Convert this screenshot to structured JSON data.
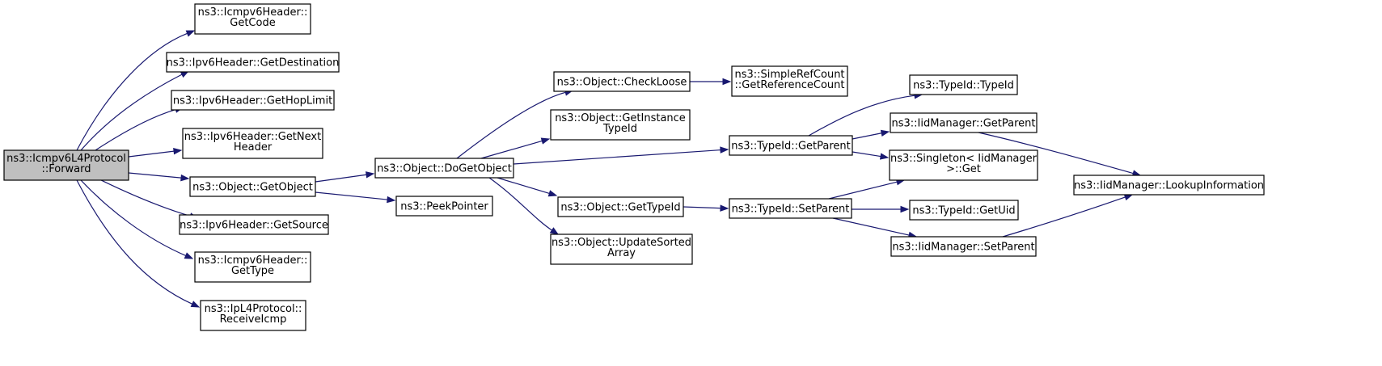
{
  "colors": {
    "node_fill": "#ffffff",
    "root_fill": "#bfbfbf",
    "node_stroke": "#000000",
    "edge": "#191970"
  },
  "nodes": [
    {
      "id": "forward",
      "lines": [
        "ns3::Icmpv6L4Protocol",
        "::Forward"
      ],
      "root": true
    },
    {
      "id": "getcode",
      "lines": [
        "ns3::Icmpv6Header::",
        "GetCode"
      ]
    },
    {
      "id": "getdest",
      "lines": [
        "ns3::Ipv6Header::GetDestination"
      ]
    },
    {
      "id": "gethop",
      "lines": [
        "ns3::Ipv6Header::GetHopLimit"
      ]
    },
    {
      "id": "getnext",
      "lines": [
        "ns3::Ipv6Header::GetNext",
        "Header"
      ]
    },
    {
      "id": "getobject",
      "lines": [
        "ns3::Object::GetObject"
      ]
    },
    {
      "id": "getsource",
      "lines": [
        "ns3::Ipv6Header::GetSource"
      ]
    },
    {
      "id": "gettype",
      "lines": [
        "ns3::Icmpv6Header::",
        "GetType"
      ]
    },
    {
      "id": "receiveicmp",
      "lines": [
        "ns3::IpL4Protocol::",
        "ReceiveIcmp"
      ]
    },
    {
      "id": "dogetobject",
      "lines": [
        "ns3::Object::DoGetObject"
      ]
    },
    {
      "id": "peekpointer",
      "lines": [
        "ns3::PeekPointer"
      ]
    },
    {
      "id": "checkloose",
      "lines": [
        "ns3::Object::CheckLoose"
      ]
    },
    {
      "id": "getinstancetypeid",
      "lines": [
        "ns3::Object::GetInstance",
        "TypeId"
      ]
    },
    {
      "id": "obj_gettypeid",
      "lines": [
        "ns3::Object::GetTypeId"
      ]
    },
    {
      "id": "updatesorted",
      "lines": [
        "ns3::Object::UpdateSorted",
        "Array"
      ]
    },
    {
      "id": "getrefcount",
      "lines": [
        "ns3::SimpleRefCount",
        "::GetReferenceCount"
      ]
    },
    {
      "id": "tid_getparent",
      "lines": [
        "ns3::TypeId::GetParent"
      ]
    },
    {
      "id": "tid_setparent",
      "lines": [
        "ns3::TypeId::SetParent"
      ]
    },
    {
      "id": "tid_ctor",
      "lines": [
        "ns3::TypeId::TypeId"
      ]
    },
    {
      "id": "iid_getparent",
      "lines": [
        "ns3::IidManager::GetParent"
      ]
    },
    {
      "id": "singleton_get",
      "lines": [
        "ns3::Singleton< IidManager",
        ">::Get"
      ]
    },
    {
      "id": "getuid",
      "lines": [
        "ns3::TypeId::GetUid"
      ]
    },
    {
      "id": "iid_setparent",
      "lines": [
        "ns3::IidManager::SetParent"
      ]
    },
    {
      "id": "lookupinfo",
      "lines": [
        "ns3::IidManager::LookupInformation"
      ]
    }
  ],
  "edges": [
    [
      "forward",
      "getcode"
    ],
    [
      "forward",
      "getdest"
    ],
    [
      "forward",
      "gethop"
    ],
    [
      "forward",
      "getnext"
    ],
    [
      "forward",
      "getobject"
    ],
    [
      "forward",
      "getsource"
    ],
    [
      "forward",
      "gettype"
    ],
    [
      "forward",
      "receiveicmp"
    ],
    [
      "getobject",
      "dogetobject"
    ],
    [
      "getobject",
      "peekpointer"
    ],
    [
      "dogetobject",
      "checkloose"
    ],
    [
      "dogetobject",
      "getinstancetypeid"
    ],
    [
      "dogetobject",
      "tid_getparent"
    ],
    [
      "dogetobject",
      "obj_gettypeid"
    ],
    [
      "dogetobject",
      "updatesorted"
    ],
    [
      "checkloose",
      "getrefcount"
    ],
    [
      "tid_getparent",
      "tid_ctor"
    ],
    [
      "tid_getparent",
      "iid_getparent"
    ],
    [
      "tid_getparent",
      "singleton_get"
    ],
    [
      "obj_gettypeid",
      "tid_setparent"
    ],
    [
      "tid_setparent",
      "singleton_get"
    ],
    [
      "tid_setparent",
      "getuid"
    ],
    [
      "tid_setparent",
      "iid_setparent"
    ],
    [
      "iid_getparent",
      "lookupinfo"
    ],
    [
      "iid_setparent",
      "lookupinfo"
    ]
  ]
}
